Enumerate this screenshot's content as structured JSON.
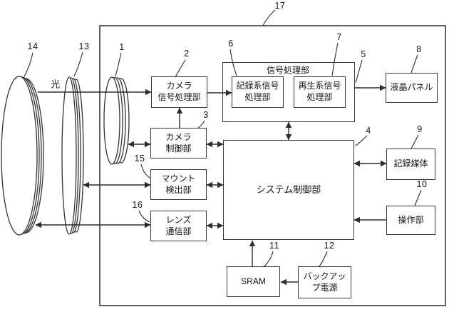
{
  "figure": {
    "outer_unit_ref": "17",
    "light_label": "光",
    "lenses": [
      {
        "id": "front-lens",
        "ref": "14"
      },
      {
        "id": "rear-lens",
        "ref": "13"
      },
      {
        "id": "imaging-element",
        "ref": "1"
      }
    ],
    "boxes": {
      "camera_signal": {
        "ref": "2",
        "label": "カメラ\n信号処理部"
      },
      "camera_control": {
        "ref": "3",
        "label": "カメラ\n制御部"
      },
      "mount_detection": {
        "ref": "15",
        "label": "マウント\n検出部"
      },
      "lens_communication": {
        "ref": "16",
        "label": "レンズ\n通信部"
      },
      "signal_processing": {
        "ref": "5",
        "label": "信号処理部"
      },
      "recording_signal": {
        "ref": "6",
        "label": "記録系信号\n処理部"
      },
      "playback_signal": {
        "ref": "7",
        "label": "再生系信号\n処理部"
      },
      "lcd_panel": {
        "ref": "8",
        "label": "液晶パネル"
      },
      "system_control": {
        "ref": "4",
        "label": "システム制御部"
      },
      "recording_media": {
        "ref": "9",
        "label": "記録媒体"
      },
      "operation": {
        "ref": "10",
        "label": "操作部"
      },
      "sram": {
        "ref": "11",
        "label": "SRAM"
      },
      "backup_power": {
        "ref": "12",
        "label": "バックアッ\nプ電源"
      }
    },
    "connections": [
      {
        "from": "光",
        "to": "2",
        "bidirectional": false
      },
      {
        "from": "2",
        "to": "6",
        "bidirectional": false
      },
      {
        "from": "3",
        "to": "2",
        "bidirectional": false
      },
      {
        "from": "1",
        "to": "3",
        "bidirectional": true
      },
      {
        "from": "3",
        "to": "4",
        "bidirectional": true
      },
      {
        "from": "13",
        "to": "15",
        "bidirectional": true
      },
      {
        "from": "15",
        "to": "4",
        "bidirectional": true
      },
      {
        "from": "14",
        "to": "16",
        "bidirectional": true
      },
      {
        "from": "16",
        "to": "4",
        "bidirectional": true
      },
      {
        "from": "5",
        "to": "4",
        "bidirectional": true
      },
      {
        "from": "5",
        "to": "8",
        "bidirectional": false
      },
      {
        "from": "4",
        "to": "9",
        "bidirectional": true
      },
      {
        "from": "10",
        "to": "4",
        "bidirectional": false
      },
      {
        "from": "11",
        "to": "4",
        "bidirectional": false
      },
      {
        "from": "12",
        "to": "11",
        "bidirectional": false
      }
    ],
    "colors": {
      "line": "#333333",
      "background": "#ffffff"
    }
  }
}
